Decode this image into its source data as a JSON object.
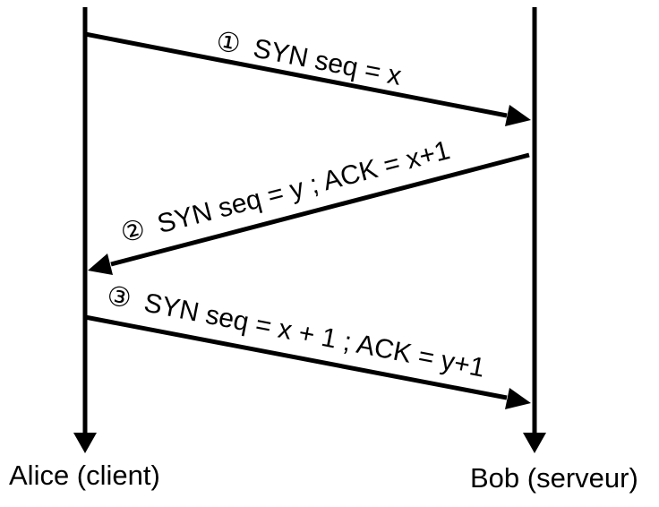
{
  "participants": {
    "client": "Alice (client)",
    "server": "Bob (serveur)"
  },
  "messages": [
    {
      "marker": "①",
      "text": "SYN seq = x",
      "direction": "client-to-server"
    },
    {
      "marker": "②",
      "text": "SYN seq = y ; ACK = x+1",
      "direction": "server-to-client"
    },
    {
      "marker": "③",
      "text": "SYN seq = x + 1 ; ACK = y+1",
      "direction": "client-to-server"
    }
  ],
  "colors": {
    "line": "#000000",
    "background": "#ffffff"
  }
}
